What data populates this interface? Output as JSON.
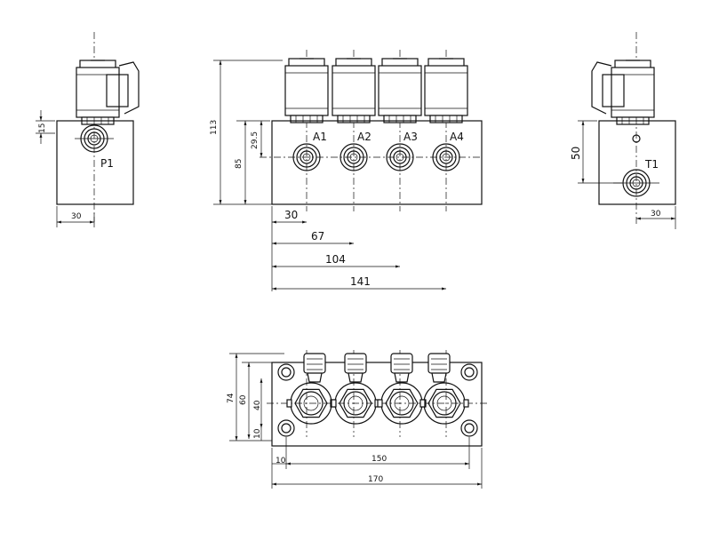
{
  "ports": {
    "pressure": "P1",
    "tank": "T1",
    "work": [
      "A1",
      "A2",
      "A3",
      "A4"
    ]
  },
  "dimensions": {
    "left_view": {
      "thread_offset": "15",
      "width": "30"
    },
    "front_view": {
      "total_height": "113",
      "body_height": "85",
      "port_height": "29.5",
      "port_positions": [
        "30",
        "67",
        "104",
        "141"
      ]
    },
    "right_view": {
      "t_port_height": "50",
      "width": "30"
    },
    "top_view": {
      "depth_total": "74",
      "hole_spacing_v": "60",
      "port_spacing_v": "40",
      "hole_offset_v": "10",
      "hole_offset_h": "10",
      "hole_spacing_h": "150",
      "total_length": "170"
    }
  }
}
